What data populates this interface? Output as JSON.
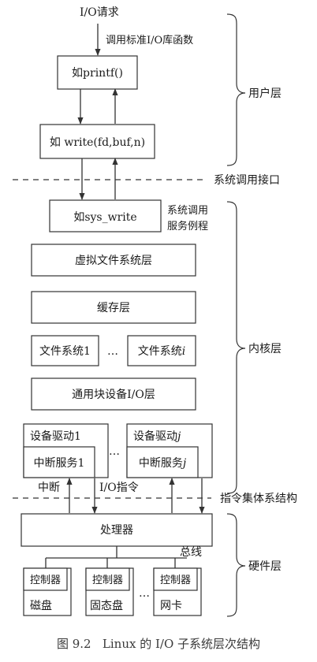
{
  "input": {
    "request": "I/O请求",
    "call_label": "调用标准I/O库函数"
  },
  "user_space": {
    "printf_box": "如printf()",
    "write_box": "如 write(fd,buf,n)",
    "layer_label": "用户层"
  },
  "syscall_interface": "系统调用接口",
  "kernel": {
    "sys_write_box": "如sys_write",
    "sys_write_note_line1": "系统调用",
    "sys_write_note_line2": "服务例程",
    "vfs_box": "虚拟文件系统层",
    "cache_box": "缓存层",
    "fs1_box": "文件系统1",
    "fs_i_prefix": "文件系统",
    "fs_i_suffix": "i",
    "ellipsis": "…",
    "block_box": "通用块设备I/O层",
    "driver1_label": "设备驱动1",
    "isr1_label": "中断服务1",
    "driverj_prefix": "设备驱动",
    "driverj_suffix": "j",
    "isrj_prefix": "中断服务",
    "isrj_suffix": "j",
    "layer_label": "内核层"
  },
  "interrupt_label": "中断",
  "io_instr_label": "I/O指令",
  "isa_label": "指令集体系结构",
  "hardware": {
    "cpu_box": "处理器",
    "bus_label": "总线",
    "controller_label": "控制器",
    "disk_label": "磁盘",
    "ssd_label": "固态盘",
    "nic_label": "网卡",
    "layer_label": "硬件层"
  },
  "caption": "图 9.2   Linux 的 I/O 子系统层次结构"
}
